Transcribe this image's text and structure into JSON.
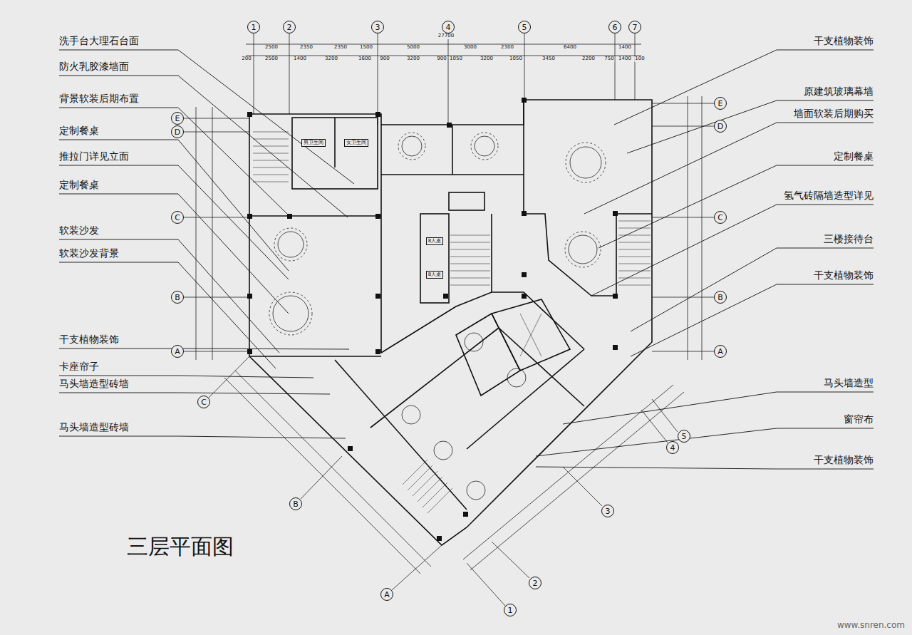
{
  "diagram": {
    "title": "三层平面图",
    "nodes": [
      {
        "text": [
          "1"
        ]
      },
      {
        "text": [
          "2"
        ]
      },
      {
        "text": [
          "3"
        ]
      },
      {
        "text": [
          "4"
        ]
      },
      {
        "text": [
          "5"
        ]
      },
      {
        "text": [
          "6"
        ]
      },
      {
        "text": [
          "7"
        ]
      },
      {
        "text": [
          "E"
        ]
      },
      {
        "text": [
          "D"
        ]
      },
      {
        "text": [
          "C"
        ]
      },
      {
        "text": [
          "B"
        ]
      },
      {
        "text": [
          "A"
        ]
      },
      {
        "text": [
          "E"
        ]
      },
      {
        "text": [
          "D"
        ]
      },
      {
        "text": [
          "C"
        ]
      },
      {
        "text": [
          "B"
        ]
      },
      {
        "text": [
          "A"
        ]
      },
      {
        "text": [
          "男卫生间"
        ]
      },
      {
        "text": [
          "女卫生间"
        ]
      },
      {
        "text": [
          "8人桌"
        ]
      },
      {
        "text": [
          "8人桌"
        ]
      },
      {
        "text": [
          "C"
        ]
      },
      {
        "text": [
          "B"
        ]
      },
      {
        "text": [
          "A"
        ]
      },
      {
        "text": [
          "5"
        ]
      },
      {
        "text": [
          "4"
        ]
      },
      {
        "text": [
          "3"
        ]
      },
      {
        "text": [
          "2"
        ]
      },
      {
        "text": [
          "1"
        ]
      }
    ],
    "labels": [
      "洗手台大理石台面",
      "防火乳胶漆墙面",
      "背景软装后期布置",
      "定制餐桌",
      "推拉门详见立面",
      "定制餐桌",
      "软装沙发",
      "软装沙发背景",
      "干支植物装饰",
      "卡座帘子",
      "马头墙造型砖墙",
      "马头墙造型砖墙",
      "干支植物装饰",
      "原建筑玻璃幕墙",
      "墙面软装后期购买",
      "定制餐桌",
      "氢气砖隔墙造型详见",
      "三楼接待台",
      "干支植物装饰",
      "马头墙造型",
      "窗帘布",
      "干支植物装饰",
      "27700",
      "2500",
      "2350",
      "2350",
      "1500",
      "5000",
      "3000",
      "2300",
      "6400",
      "1400",
      "200",
      "2500",
      "1400",
      "3200",
      "1600",
      "900",
      "3200",
      "900",
      "1050",
      "3200",
      "1050",
      "3450",
      "2200",
      "750",
      "1400",
      "100",
      "www.snren.com"
    ]
  }
}
